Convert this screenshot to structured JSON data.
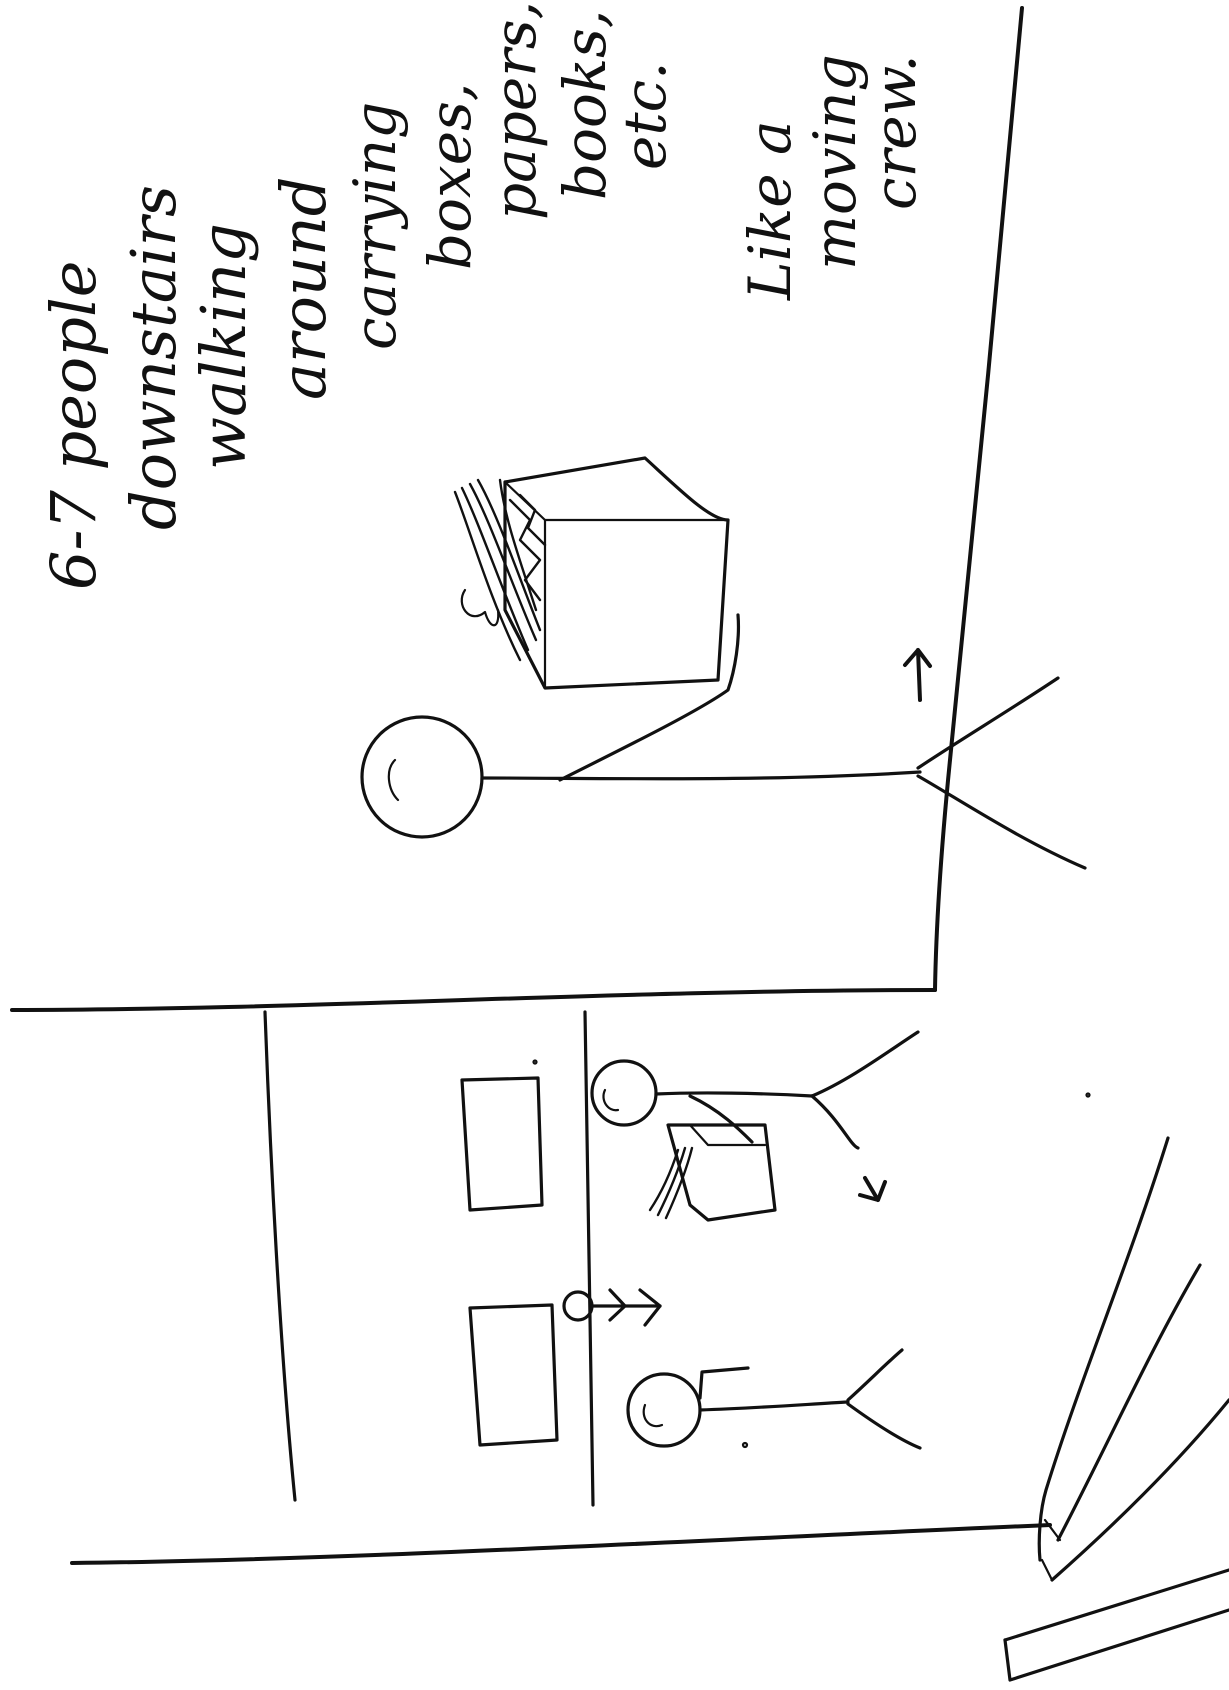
{
  "note": {
    "lines": [
      "6-7 people",
      "downstairs",
      "walking",
      "around",
      "carrying",
      "boxes,",
      "papers,",
      "books,",
      "etc."
    ],
    "comparison_lines": [
      "Like a",
      "moving",
      "crew."
    ]
  },
  "colors": {
    "ink": "#111111",
    "paper": "#ffffff"
  }
}
